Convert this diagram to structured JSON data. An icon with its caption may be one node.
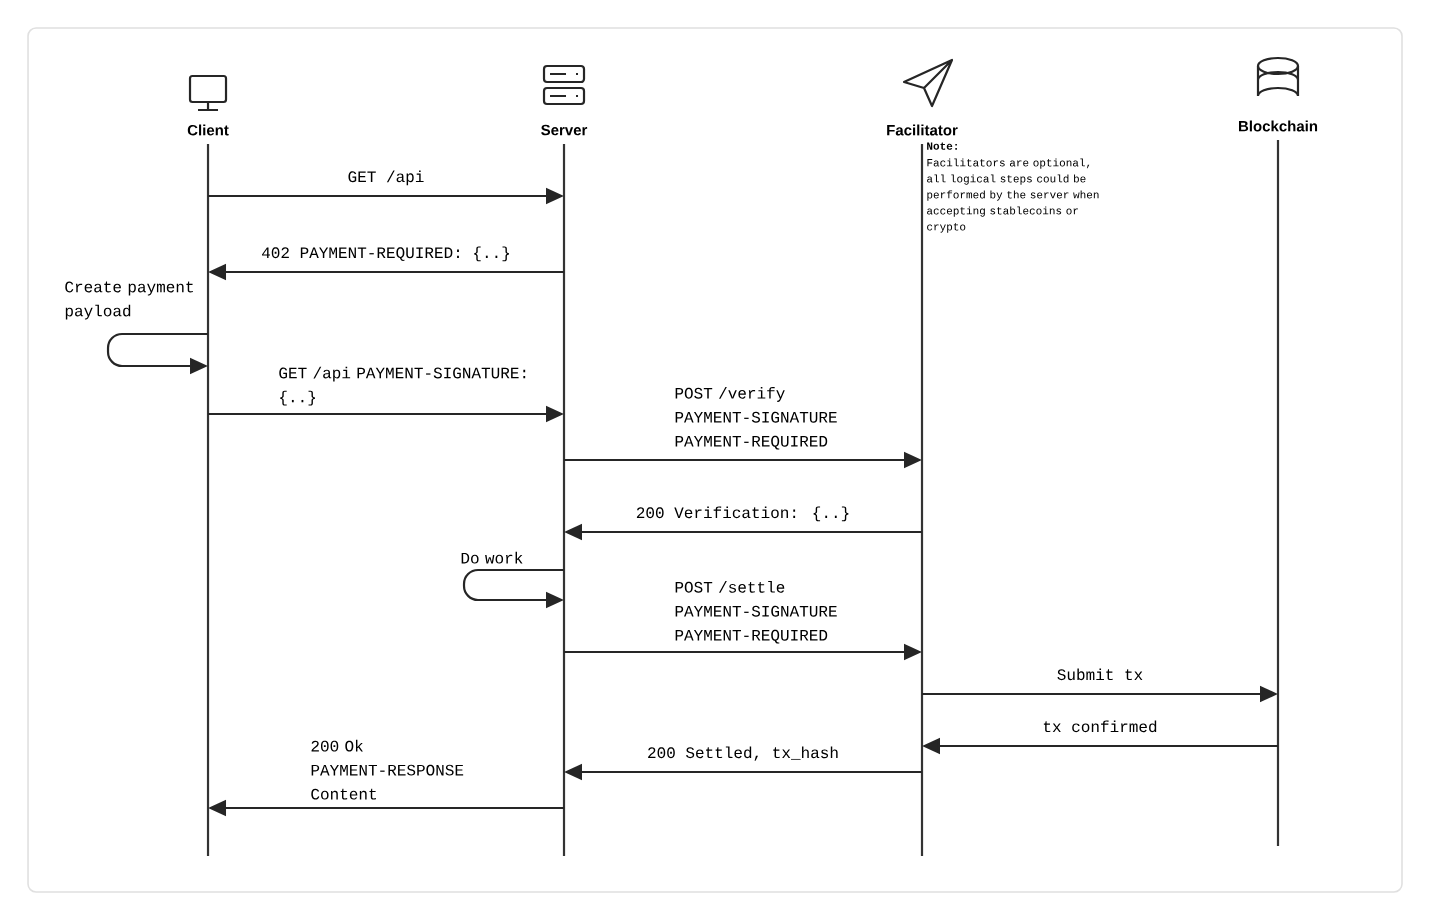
{
  "diagram": {
    "nodes": [
      {
        "text": [
          "Client"
        ]
      },
      {
        "text": [
          "Server"
        ]
      },
      {
        "text": [
          "Facilitator"
        ]
      },
      {
        "text": [
          "Blockchain"
        ]
      }
    ],
    "edges": [
      {
        "from": 0,
        "to": 1,
        "arrow": "to",
        "label": "GET /api"
      },
      {
        "from": 1,
        "to": 0,
        "arrow": "to",
        "label": "402 PAYMENT-REQUIRED: {..}"
      },
      {
        "from": 0,
        "to": 0,
        "arrow": "to",
        "label": "Create payment payload"
      },
      {
        "from": 0,
        "to": 1,
        "arrow": "to",
        "label": "GET /api PAYMENT-SIGNATURE: {..}"
      },
      {
        "from": 1,
        "to": 2,
        "arrow": "to",
        "label": "POST /verify PAYMENT-SIGNATURE PAYMENT-REQUIRED"
      },
      {
        "from": 2,
        "to": 1,
        "arrow": "to",
        "label": "200 Verification: {..}"
      },
      {
        "from": 1,
        "to": 1,
        "arrow": "to",
        "label": "Do work"
      },
      {
        "from": 1,
        "to": 2,
        "arrow": "to",
        "label": "POST /settle PAYMENT-SIGNATURE PAYMENT-REQUIRED"
      },
      {
        "from": 2,
        "to": 3,
        "arrow": "to",
        "label": "Submit tx"
      },
      {
        "from": 3,
        "to": 2,
        "arrow": "to",
        "label": "tx confirmed"
      },
      {
        "from": 2,
        "to": 1,
        "arrow": "to",
        "label": "200 Settled, tx_hash"
      },
      {
        "from": 1,
        "to": 0,
        "arrow": "to",
        "label": "200 Ok PAYMENT-RESPONSE Content"
      }
    ],
    "labels": [
      "Note:",
      "Facilitators are optional, all logical steps could be performed by the server when accepting stablecoins or crypto"
    ]
  }
}
